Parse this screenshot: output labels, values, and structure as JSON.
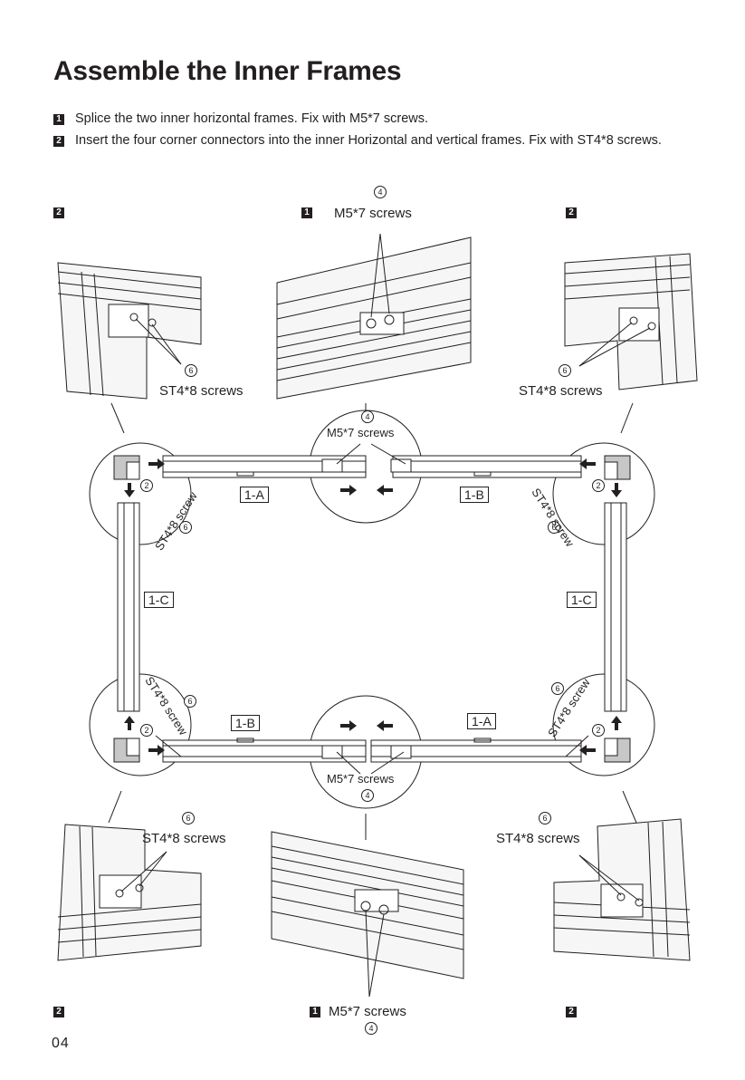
{
  "title": "Assemble the Inner Frames",
  "steps": [
    {
      "num": "1",
      "text": "Splice the two inner horizontal frames. Fix with M5*7 screws."
    },
    {
      "num": "2",
      "text": "Insert the four corner connectors into the inner Horizontal and vertical frames. Fix with ST4*8 screws."
    }
  ],
  "labels": {
    "m5_screws": "M5*7 screws",
    "st4_screws": "ST4*8 screws",
    "st4_screw": "ST4*8 screw",
    "frame_1a": "1-A",
    "frame_1b": "1-B",
    "frame_1c": "1-C",
    "num_1": "1",
    "num_2": "2",
    "circ_2": "2",
    "circ_4": "4",
    "circ_6": "6"
  },
  "page_number": "04"
}
